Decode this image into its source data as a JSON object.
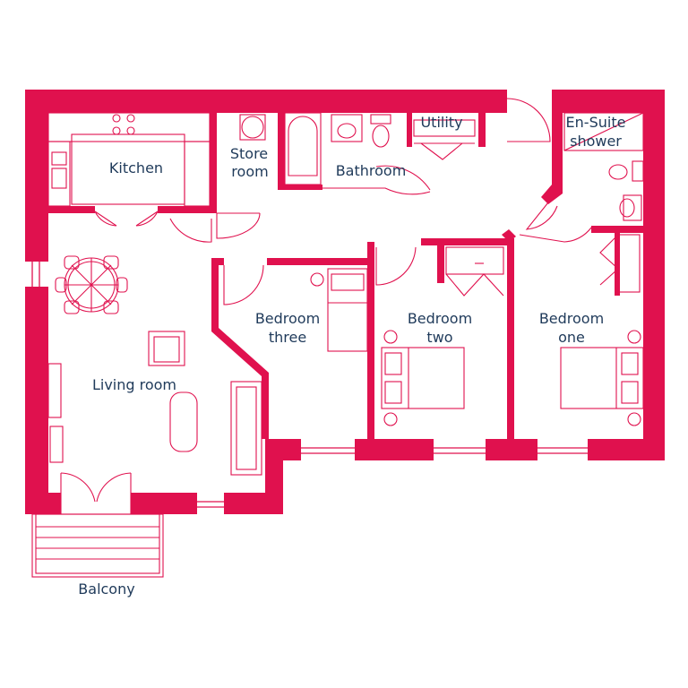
{
  "colors": {
    "wall": "#e0114e",
    "label": "#1f3a5a",
    "background": "#ffffff"
  },
  "rooms": {
    "kitchen": "Kitchen",
    "store_room": [
      "Store",
      "room"
    ],
    "bathroom": "Bathroom",
    "utility": "Utility",
    "en_suite": [
      "En-Suite",
      "shower"
    ],
    "living_room": "Living room",
    "bedroom_three": [
      "Bedroom",
      "three"
    ],
    "bedroom_two": [
      "Bedroom",
      "two"
    ],
    "bedroom_one": [
      "Bedroom",
      "one"
    ],
    "balcony": "Balcony"
  }
}
